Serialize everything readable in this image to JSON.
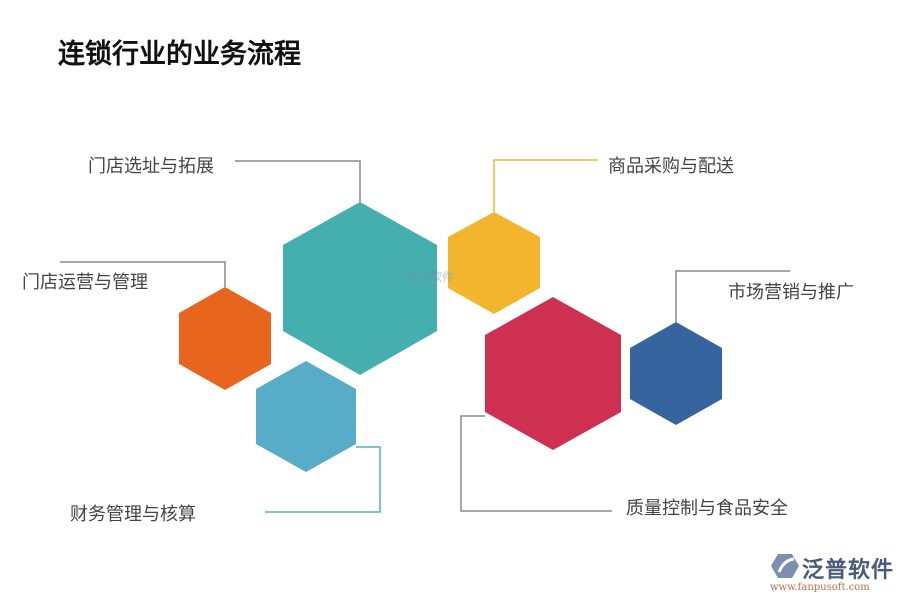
{
  "title": "连锁行业的业务流程",
  "nodes": [
    {
      "label": "门店选址与拓展",
      "color": "#45AFAF"
    },
    {
      "label": "商品采购与配送",
      "color": "#F3B52E"
    },
    {
      "label": "门店运营与管理",
      "color": "#E8651E"
    },
    {
      "label": "财务管理与核算",
      "color": "#57ADC8"
    },
    {
      "label": "质量控制与食品安全",
      "color": "#CE3052"
    },
    {
      "label": "市场营销与推广",
      "color": "#35649E"
    }
  ],
  "logo": {
    "name": "泛普软件",
    "url": "www.fanpusoft.com"
  },
  "watermark": "泛普软件"
}
